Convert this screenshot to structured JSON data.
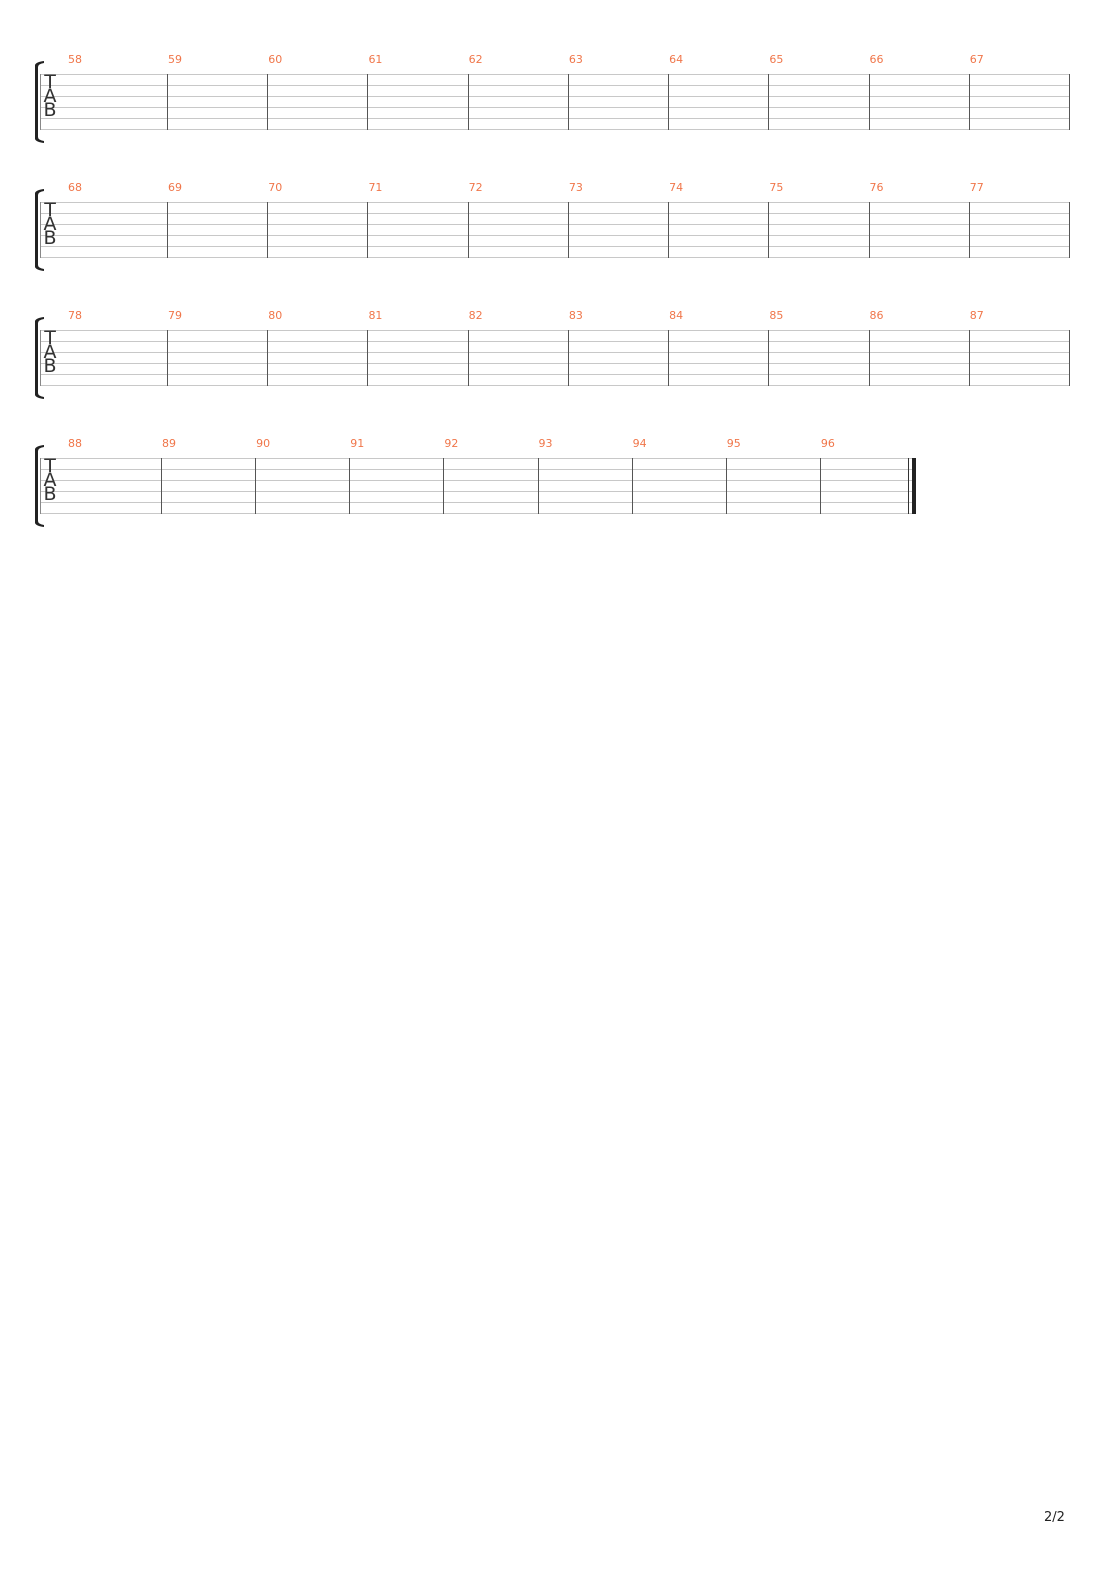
{
  "systems": [
    {
      "measures": [
        "58",
        "59",
        "60",
        "61",
        "62",
        "63",
        "64",
        "65",
        "66",
        "67"
      ],
      "final_barline": false
    },
    {
      "measures": [
        "68",
        "69",
        "70",
        "71",
        "72",
        "73",
        "74",
        "75",
        "76",
        "77"
      ],
      "final_barline": false
    },
    {
      "measures": [
        "78",
        "79",
        "80",
        "81",
        "82",
        "83",
        "84",
        "85",
        "86",
        "87"
      ],
      "final_barline": false
    },
    {
      "measures": [
        "88",
        "89",
        "90",
        "91",
        "92",
        "93",
        "94",
        "95",
        "96"
      ],
      "final_barline": true
    }
  ],
  "tab_clef": [
    "T",
    "A",
    "B"
  ],
  "page_number": "2/2",
  "colors": {
    "measure_number": "#f0764a",
    "staff_line": "#c8c8c8",
    "barline": "#555555"
  }
}
